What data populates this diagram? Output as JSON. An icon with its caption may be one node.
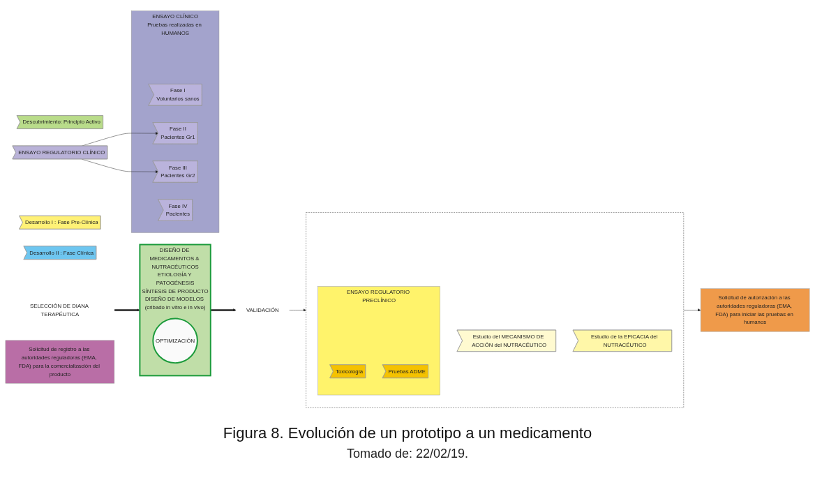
{
  "diagram": {
    "caption": "Figura 8. Evolución de un prototipo a un medicamento",
    "nodes": [
      {
        "text": [
          "Descubrimiento: Principio Activo"
        ]
      },
      {
        "text": [
          "SELECCIÓN DE DIANA TERAPÉUTICA"
        ]
      },
      {
        "text": [
          "DISEÑO DE MEDICAMENTOS & NUTRACÉUTICOS",
          "ETIOLOGÍA Y PATOGÉNESIS",
          "SÍNTESIS DE PRODUCTO",
          "DISEÑO DE MODELOS (cribado in vitro e in vivo)"
        ]
      },
      {
        "text": [
          "OPTIMIZACIÓN"
        ],
        "in": 2
      },
      {
        "text": [
          "VALIDACIÓN"
        ]
      },
      {
        "text": [
          "Desarrollo I : Fase Pre-Clínica"
        ]
      },
      {
        "text": [],
        "shape": "box"
      },
      {
        "text": [
          "Estudio del MECANISMO DE ACCIÓN del NUTRACÉUTICO"
        ],
        "in": 6
      },
      {
        "text": [
          "Estudio de la EFICACIA del NUTRACÉUTICO"
        ],
        "in": 6
      },
      {
        "text": [
          "ENSAYO REGULATORIO PRECLÍNICO"
        ],
        "in": 6
      },
      {
        "text": [
          "Toxicología"
        ],
        "in": 9
      },
      {
        "text": [
          "Pruebas ADME"
        ],
        "in": 9
      },
      {
        "text": [
          "Solicitud de autorización a las autoridades reguladoras (EMA, FDA) para iniciar las pruebas en humanos"
        ]
      },
      {
        "text": [
          "Desarrollo II : Fase Clínica"
        ]
      },
      {
        "text": [
          "ENSAYO REGULATORIO CLÍNICO"
        ]
      },
      {
        "text": [
          "ENSAYO CLÍNICO",
          "Pruebas realizadas en HUMANOS"
        ]
      },
      {
        "text": [
          "Fase I",
          "Voluntarios sanos"
        ],
        "in": 15
      },
      {
        "text": [
          "Fase II",
          "Pacientes Gr1"
        ],
        "in": 15
      },
      {
        "text": [
          "Fase III",
          "Pacientes Gr2"
        ],
        "in": 15
      },
      {
        "text": [
          "Fase IV",
          "Pacientes"
        ],
        "in": 15
      },
      {
        "text": [
          "Solicitud de registro a las autoridades reguladoras (EMA, FDA) para la comercialización del producto"
        ]
      }
    ],
    "edges": [
      {
        "from": 1,
        "to": 2,
        "arrow": "to",
        "style": "thick"
      },
      {
        "from": 2,
        "to": 4,
        "arrow": "to",
        "style": "thick"
      },
      {
        "from": 4,
        "to": 6,
        "arrow": "to"
      },
      {
        "from": 6,
        "to": 12,
        "arrow": "to"
      },
      {
        "from": 14,
        "to": 17,
        "arrow": "to"
      },
      {
        "from": 14,
        "to": 18,
        "arrow": "to"
      }
    ],
    "labels": [
      "Tomado de: 22/02/19."
    ]
  }
}
